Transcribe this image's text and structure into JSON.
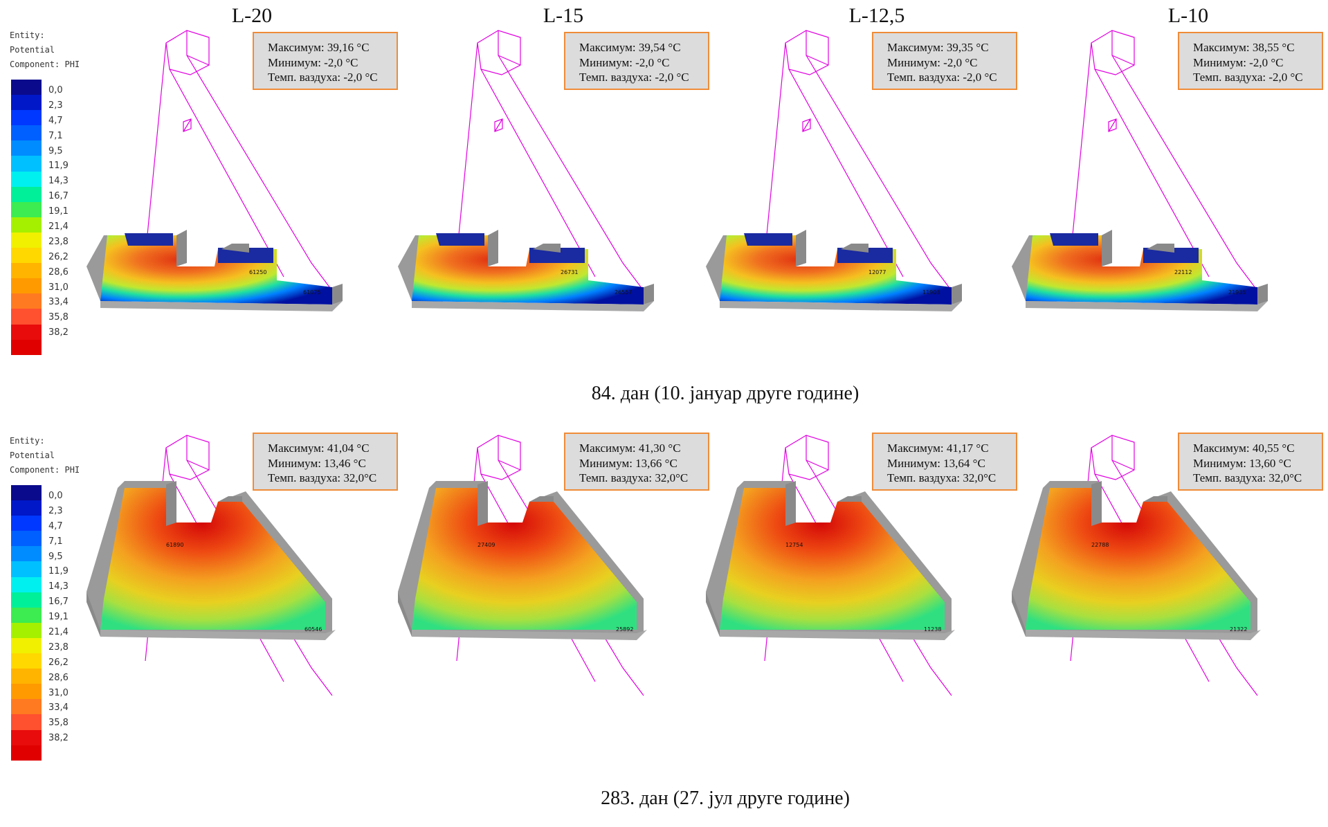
{
  "columns": [
    "L-20",
    "L-15",
    "L-12,5",
    "L-10"
  ],
  "legend": {
    "entity_line": "Entity: Potential",
    "component_line": "Component: PHI",
    "ticks": [
      "0,0",
      "2,3",
      "4,7",
      "7,1",
      "9,5",
      "11,9",
      "14,3",
      "16,7",
      "19,1",
      "21,4",
      "23,8",
      "26,2",
      "28,6",
      "31,0",
      "33,4",
      "35,8",
      "38,2"
    ],
    "colors": [
      "#0a0a8c",
      "#0018c8",
      "#0038ff",
      "#0060ff",
      "#008cff",
      "#00c0ff",
      "#00f0f0",
      "#00f09a",
      "#3cec50",
      "#a4f000",
      "#f0f000",
      "#ffd800",
      "#ffb400",
      "#ff9a00",
      "#ff7a20",
      "#ff5030",
      "#e80c0c",
      "#e00000"
    ]
  },
  "rows": [
    {
      "caption": "84. дан (10. јануар друге године)",
      "panels": [
        {
          "max": "Максимум: 39,16 °C",
          "min": "Минимум: -2,0 °C",
          "air": "Темп. ваздуха: -2,0 °C",
          "node_max": "61250",
          "node_min": "61075"
        },
        {
          "max": "Максимум: 39,54 °C",
          "min": "Минимум: -2,0 °C",
          "air": "Темп. ваздуха: -2,0 °C",
          "node_max": "26731",
          "node_min": "26557"
        },
        {
          "max": "Максимум: 39,35 °C",
          "min": "Минимум: -2,0 °C",
          "air": "Темп. ваздуха: -2,0 °C",
          "node_max": "12077",
          "node_min": "11903"
        },
        {
          "max": "Максимум: 38,55 °C",
          "min": "Минимум: -2,0 °C",
          "air": "Темп. ваздуха: -2,0 °C",
          "node_max": "22112",
          "node_min": "21935"
        }
      ]
    },
    {
      "caption": "283. дан (27. јул друге године)",
      "panels": [
        {
          "max": "Максимум: 41,04 °C",
          "min": "Минимум: 13,46 °C",
          "air": "Темп. ваздуха: 32,0°C",
          "node_max": "61890",
          "node_min": "60546"
        },
        {
          "max": "Максимум: 41,30 °C",
          "min": "Минимум: 13,66 °C",
          "air": "Темп. ваздуха: 32,0°C",
          "node_max": "27409",
          "node_min": "25892"
        },
        {
          "max": "Максимум: 41,17 °C",
          "min": "Минимум: 13,64 °C",
          "air": "Темп. ваздуха: 32,0°C",
          "node_max": "12754",
          "node_min": "11238"
        },
        {
          "max": "Максимум: 40,55 °C",
          "min": "Минимум: 13,60 °C",
          "air": "Темп. ваздуха: 32,0°C",
          "node_max": "22788",
          "node_min": "21322"
        }
      ]
    }
  ]
}
